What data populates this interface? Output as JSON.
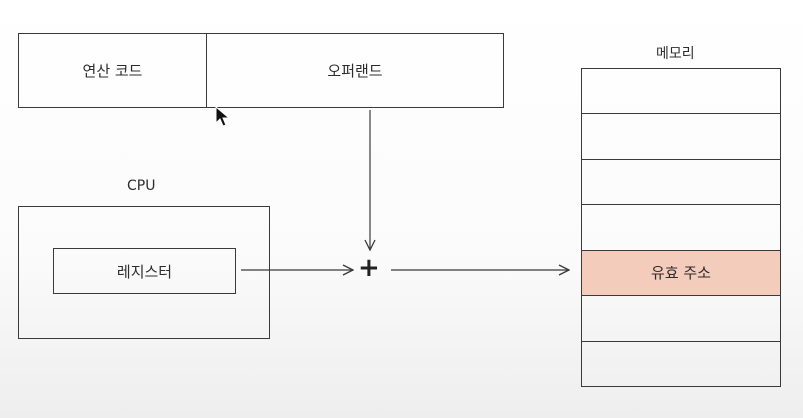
{
  "instruction": {
    "opcode_label": "연산 코드",
    "operand_label": "오퍼랜드"
  },
  "cpu": {
    "title": "CPU",
    "register_label": "레지스터"
  },
  "adder": {
    "symbol": "+"
  },
  "memory": {
    "title": "메모리",
    "cells": [
      "",
      "",
      "",
      "",
      "유효 주소",
      "",
      ""
    ],
    "highlight_index": 4,
    "highlight_color": "#f4ccbb"
  },
  "colors": {
    "line": "#3a3a3a"
  },
  "icons": {
    "cursor": "mouse-pointer-icon"
  }
}
